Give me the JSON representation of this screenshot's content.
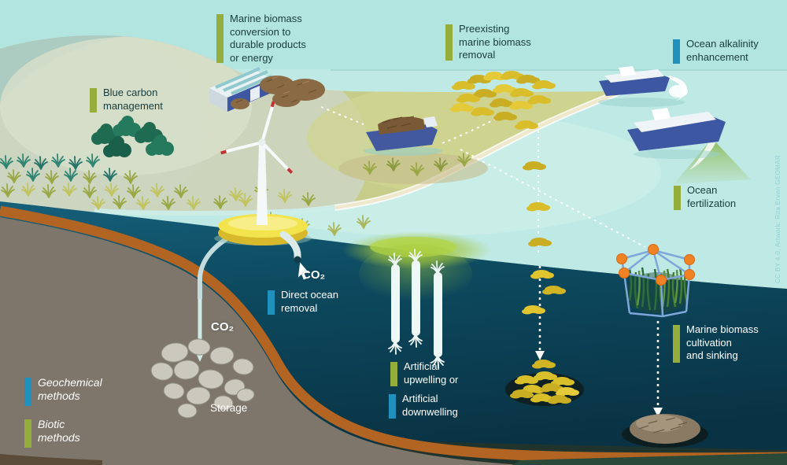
{
  "credit": "CC BY 4.0, Artwork: Rita Erven GEOMAR",
  "colors": {
    "biotic_bar": "#94ad3b",
    "geochemical_bar": "#2090bd",
    "dark_text": "#183d3d",
    "light_text": "#ffffff",
    "sky": "#b2e4e0",
    "surface_sea": "#bfe9e5",
    "deep_sea": "#0c4154",
    "seafloor": "#7e766a",
    "seafloor_rim": "#b26422"
  },
  "labels": {
    "marine_conversion": {
      "text": "Marine biomass\nconversion to\ndurable products\nor energy",
      "method": "biotic"
    },
    "preexisting": {
      "text": "Preexisting\nmarine biomass\nremoval",
      "method": "biotic"
    },
    "alkalinity": {
      "text": "Ocean alkalinity\nenhancement",
      "method": "geochemical"
    },
    "blue_carbon": {
      "text": "Blue carbon\nmanagement",
      "method": "biotic"
    },
    "fertilization": {
      "text": "Ocean\nfertilization",
      "method": "biotic"
    },
    "direct_ocean": {
      "text": "Direct ocean\nremoval",
      "method": "geochemical"
    },
    "upwelling": {
      "text": "Artificial\nupwelling or",
      "method": "biotic"
    },
    "downwelling": {
      "text": "Artificial\ndownwelling",
      "method": "geochemical"
    },
    "cultivation": {
      "text": "Marine biomass\ncultivation\nand sinking",
      "method": "biotic"
    },
    "storage": {
      "text": "Storage"
    },
    "co2_intake": {
      "text": "CO₂"
    },
    "co2_storage": {
      "text": "CO₂"
    }
  },
  "legend": {
    "geochemical": "Geochemical\nmethods",
    "biotic": "Biotic\nmethods"
  }
}
